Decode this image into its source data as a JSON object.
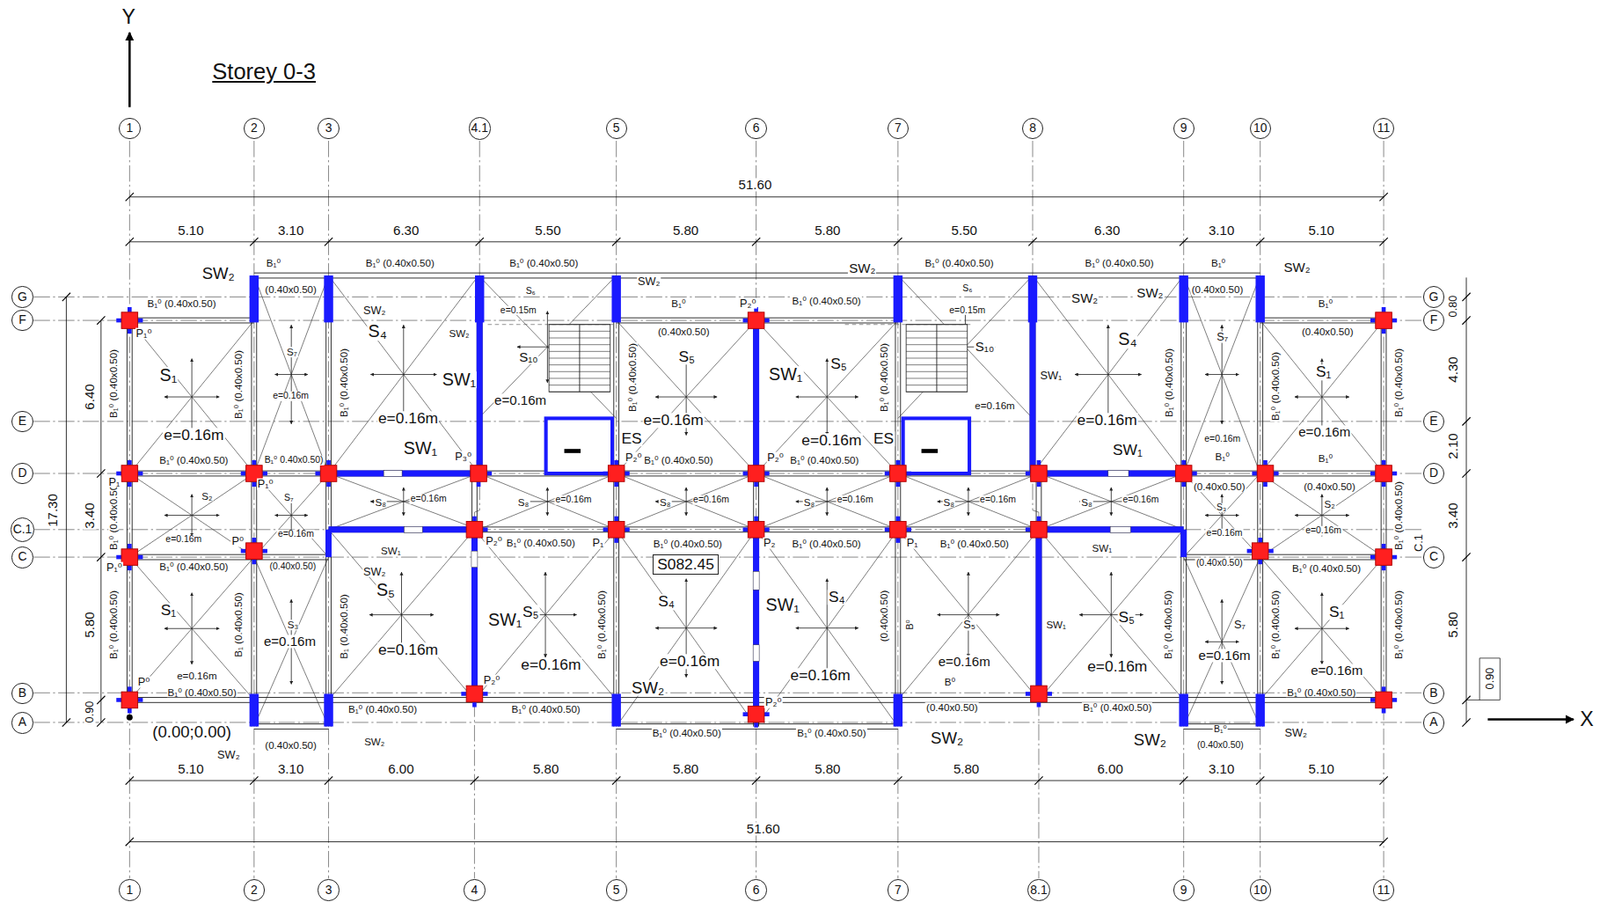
{
  "diagram": {
    "title": "Storey 0-3",
    "nodes": [
      {
        "text": [
          "1"
        ]
      },
      {
        "text": [
          "2"
        ]
      },
      {
        "text": [
          "3"
        ]
      },
      {
        "text": [
          "4.1"
        ]
      },
      {
        "text": [
          "5"
        ]
      },
      {
        "text": [
          "6"
        ]
      },
      {
        "text": [
          "7"
        ]
      },
      {
        "text": [
          "8"
        ]
      },
      {
        "text": [
          "9"
        ]
      },
      {
        "text": [
          "10"
        ]
      },
      {
        "text": [
          "11"
        ]
      },
      {
        "text": [
          "1"
        ]
      },
      {
        "text": [
          "2"
        ]
      },
      {
        "text": [
          "3"
        ]
      },
      {
        "text": [
          "4"
        ]
      },
      {
        "text": [
          "5"
        ]
      },
      {
        "text": [
          "6"
        ]
      },
      {
        "text": [
          "7"
        ]
      },
      {
        "text": [
          "8.1"
        ]
      },
      {
        "text": [
          "9"
        ]
      },
      {
        "text": [
          "10"
        ]
      },
      {
        "text": [
          "11"
        ]
      },
      {
        "text": [
          "G"
        ]
      },
      {
        "text": [
          "F"
        ]
      },
      {
        "text": [
          "E"
        ]
      },
      {
        "text": [
          "D"
        ]
      },
      {
        "text": [
          "C.1"
        ]
      },
      {
        "text": [
          "C"
        ]
      },
      {
        "text": [
          "B"
        ]
      },
      {
        "text": [
          "A"
        ]
      },
      {
        "text": [
          "G"
        ]
      },
      {
        "text": [
          "F"
        ]
      },
      {
        "text": [
          "E"
        ]
      },
      {
        "text": [
          "D"
        ]
      },
      {
        "text": [
          "C"
        ]
      },
      {
        "text": [
          "B"
        ]
      },
      {
        "text": [
          "A"
        ]
      },
      {
        "text": [
          "S082.45"
        ]
      }
    ],
    "labels": [
      "Y",
      "X",
      "51.60",
      "5.10",
      "3.10",
      "6.30",
      "5.50",
      "5.80",
      "5.80",
      "5.50",
      "6.30",
      "3.10",
      "5.10",
      "5.10",
      "3.10",
      "6.00",
      "5.80",
      "5.80",
      "5.80",
      "5.80",
      "6.00",
      "3.10",
      "5.10",
      "51.60",
      "6.40",
      "3.40",
      "5.80",
      "0.90",
      "17.30",
      "0.80",
      "4.30",
      "2.10",
      "3.40",
      "5.80",
      "0.90",
      "(0.00;0.00)",
      "C.1",
      "S₁",
      "e=0.16m",
      "S₇",
      "e=0.16m",
      "S₄",
      "e=0.16m",
      "S₁₀",
      "e=0.16m",
      "S₆",
      "e=0.15m",
      "S₅",
      "e=0.16m",
      "S₅",
      "e=0.16m",
      "S₆",
      "e=0.15m",
      "S₁₀",
      "e=0.16m",
      "S₄",
      "e=0.16m",
      "S₇",
      "e=0.16m",
      "S₁",
      "e=0.16m",
      "S₂",
      "e=0.16m",
      "S₇",
      "e=0.16m",
      "S₈",
      "e=0.16m",
      "S₈",
      "e=0.16m",
      "S₈",
      "e=0.16m",
      "S₈",
      "e=0.16m",
      "S₈",
      "e=0.16m",
      "S₈",
      "e=0.16m",
      "S₃",
      "e=0.16m",
      "S₂",
      "e=0.16m",
      "S₁",
      "e=0.16m",
      "S₃",
      "e=0.16m",
      "S₅",
      "e=0.16m",
      "S₅",
      "e=0.16m",
      "S₄",
      "e=0.16m",
      "S₄",
      "e=0.16m",
      "S₅",
      "e=0.16m",
      "S₅",
      "e=0.16m",
      "S₇",
      "e=0.16m",
      "S₁",
      "e=0.16m",
      "ES",
      "ES",
      "SW₂",
      "SW₂",
      "SW₂",
      "SW₂",
      "SW₂",
      "SW₂",
      "SW₂",
      "SW₂",
      "SW₂",
      "SW₂",
      "SW₂",
      "SW₂",
      "SW₂",
      "SW₂",
      "SW₂",
      "SW₁",
      "SW₁",
      "SW₁",
      "SW₁",
      "SW₁",
      "SW₁",
      "SW₁",
      "SW₁",
      "SW₁",
      "SW₁",
      "B₁⁰",
      "B₁⁰ (0.40x0.50)",
      "B₁⁰ (0.40x0.50)",
      "B₁⁰ (0.40x0.50)",
      "B₁⁰ (0.40x0.50)",
      "B₁⁰",
      "(0.40x0.50)",
      "(0.40x0.50)",
      "B₁⁰ (0.40x0.50)",
      "B₁⁰",
      "B₁⁰ (0.40x0.50)",
      "B₁⁰",
      "(0.40x0.50)",
      "(0.40x0.50)",
      "B₁⁰ (0.40x0.50)",
      "B₁⁰ 0.40x0.50)",
      "B₁⁰ (0.40x0.50)",
      "B₁⁰ (0.40x0.50)",
      "B₁⁰",
      "(0.40x0.50)",
      "B₁⁰",
      "(0.40x0.50)",
      "B₁⁰ (0.40x0.50)",
      "B₁⁰ (0.40x0.50)",
      "B₁⁰ (0.40x0.50)",
      "B₁⁰ (0.40x0.50)",
      "B₁⁰ (0.40x0.50)",
      "(0.40x0.50)",
      "(0.40x0.50)",
      "B₁⁰ (0.40x0.50)",
      "B₁⁰ (0.40x0.50)",
      "B₁⁰ (0.40x0.50)",
      "B₁⁰ (0.40x0.50)",
      "(0.40x0.50)",
      "B₁⁰ (0.40x0.50)",
      "B₁⁰ (0.40x0.50)",
      "(0.40x0.50)",
      "B₁⁰ (0.40x0.50)",
      "B₁⁰ (0.40x0.50)",
      "B₁⁰",
      "(0.40x0.50)",
      "B₁⁰ (0.40x0.50)",
      "B₁⁰ (0.40x0.50)",
      "B₁⁰ (0.40x0.50)",
      "B₁⁰ (0.40x0.50)",
      "B₁⁰ (0.40x0.50)",
      "B₁⁰ (0.40x0.50)",
      "B₁⁰ (0.40x0.50)",
      "B₁⁰ (0.40x0.50)",
      "B₁⁰ (0.40x0.50)",
      "B₁⁰ (0.40x0.50)",
      "B₁⁰ (0.40x0.50)",
      "B₁ (0.40x0.50)",
      "B₁ (0.40x0.50)",
      "B₁⁰ (0.40x0.50)",
      "(0.40x0.50)",
      "B⁰",
      "B₁⁰ (0.40x0.50)",
      "B₁⁰ (0.40x0.50)",
      "B₁⁰ (0.40x0.50)",
      "B⁰",
      "P₁⁰",
      "P₁",
      "P₁⁰",
      "P⁰",
      "P₁⁰",
      "P⁰",
      "P₃⁰",
      "P₂⁰",
      "P₂⁰",
      "P₂⁰",
      "P₂⁰",
      "P₁",
      "P₂",
      "P₁",
      "P₂⁰",
      "P₂⁰"
    ]
  }
}
